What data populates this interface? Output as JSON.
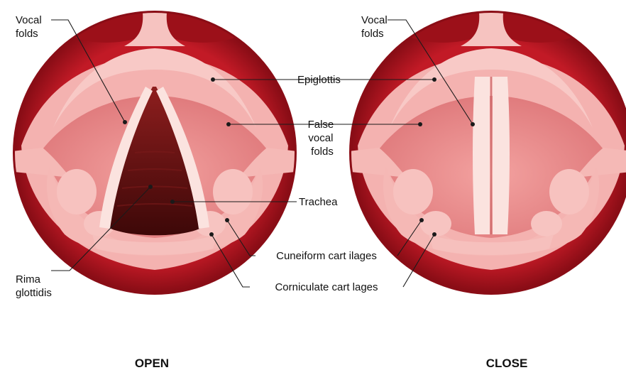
{
  "labels": {
    "vocal_folds_left": [
      "Vocal",
      "folds"
    ],
    "vocal_folds_right": [
      "Vocal",
      "folds"
    ],
    "epiglottis": "Epiglottis",
    "false_vocal_folds": [
      "False",
      "vocal",
      "folds"
    ],
    "trachea": "Trachea",
    "cuneiform": "Cuneiform cart ilages",
    "corniculate": "Corniculate cart lages",
    "rima_glottidis": [
      "Rima",
      "glottidis"
    ]
  },
  "captions": {
    "open": "OPEN",
    "close": "CLOSE"
  },
  "colors": {
    "outer_ring": "#b3141f",
    "ring_dark": "#8a0d16",
    "tissue": "#f2a7a7",
    "tissue_light": "#f8c9c6",
    "cavity": "#e98b8b",
    "trachea_dark": "#4a0b0b",
    "fold_white": "#fbe3df"
  }
}
